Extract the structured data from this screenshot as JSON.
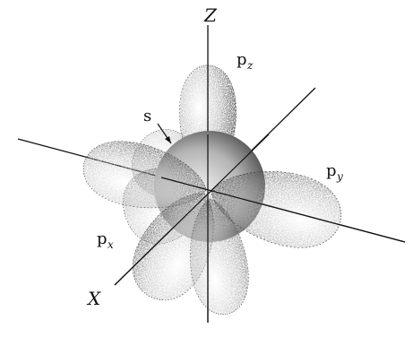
{
  "figure": {
    "axes": {
      "z_label": "Z",
      "x_label": "X"
    },
    "orbitals": {
      "s_label": "s",
      "pz": {
        "base": "p",
        "sub": "z"
      },
      "py": {
        "base": "p",
        "sub": "y"
      },
      "px": {
        "base": "p",
        "sub": "x"
      }
    },
    "colors": {
      "ink": "#111111",
      "shade_dark": "#2a2a2a",
      "shade_mid": "#8a8a8a",
      "paper": "#ffffff"
    }
  }
}
